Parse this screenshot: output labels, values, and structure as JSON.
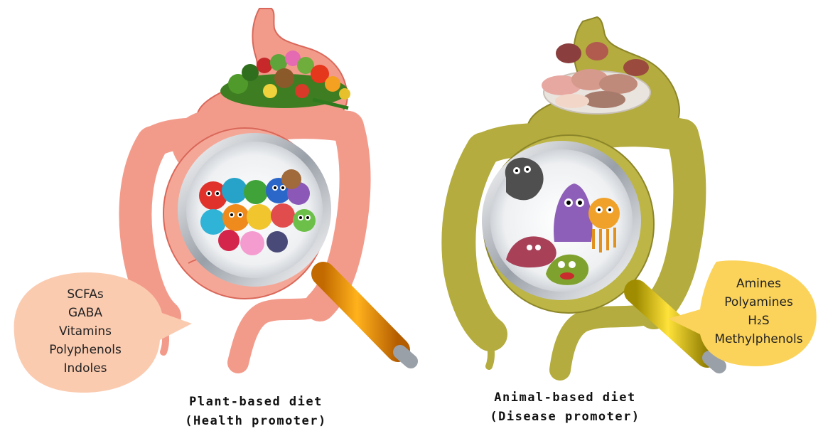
{
  "panels": {
    "plant": {
      "products": [
        "SCFAs",
        "GABA",
        "Vitamins",
        "Polyphenols",
        "Indoles"
      ],
      "caption_line1": "Plant-based diet",
      "caption_line2": "(Health promoter)",
      "colors": {
        "gut": "#f39b8b",
        "gut_dark": "#d9685a",
        "bubble": "#fbcbb0"
      }
    },
    "animal": {
      "products": [
        "Amines",
        "Polyamines",
        "H₂S",
        "Methylphenols"
      ],
      "caption_line1": "Animal-based diet",
      "caption_line2": "(Disease promoter)",
      "colors": {
        "gut": "#b4ac3e",
        "gut_dark": "#8c862a",
        "bubble": "#fbd35a"
      }
    }
  },
  "icons": [
    "vegetables-icon",
    "magnifier-icon",
    "bacteria-icon",
    "meat-platter-icon"
  ]
}
